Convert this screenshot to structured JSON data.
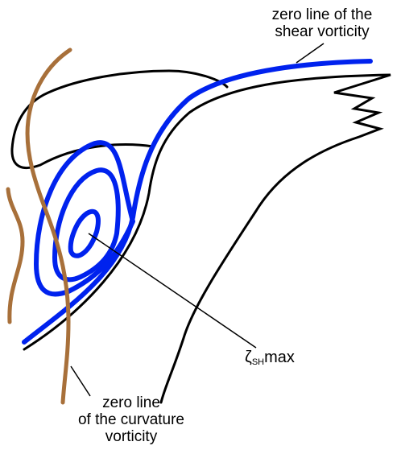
{
  "labels": {
    "shear_zero_line": [
      "zero line of the",
      "shear vorticity"
    ],
    "curvature_zero_line": [
      "zero line",
      "of the curvature",
      "vorticity"
    ],
    "zeta_max": {
      "symbol": "ζ",
      "subscript": "SH",
      "suffix": "max"
    }
  },
  "colors": {
    "shear_line": "#0022ee",
    "curvature_line": "#a8703a",
    "outline": "#000000"
  }
}
